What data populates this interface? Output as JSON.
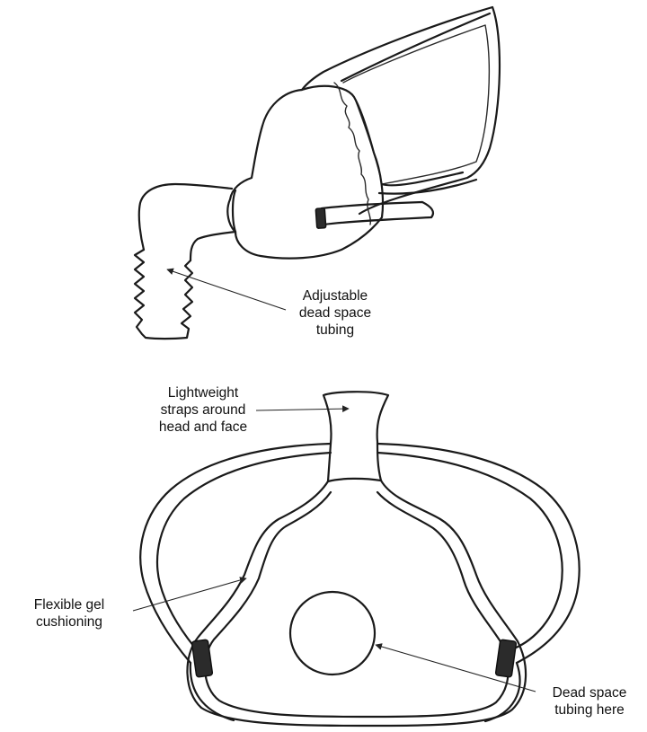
{
  "labels": {
    "adjustable_tubing": "Adjustable\ndead space\ntubing",
    "straps": "Lightweight\nstraps around\nhead and face",
    "gel_cushioning": "Flexible gel\ncushioning",
    "tubing_here": "Dead space\ntubing here"
  },
  "colors": {
    "ink": "#1a1a1a",
    "background": "#ffffff"
  }
}
